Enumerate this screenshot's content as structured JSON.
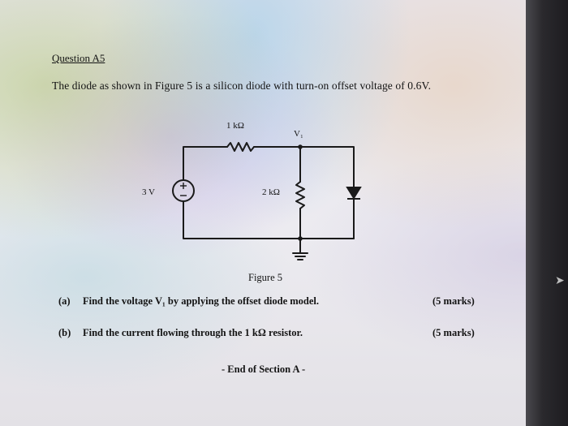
{
  "question": {
    "title": "Question A5",
    "intro": "The diode as shown in Figure 5 is a silicon diode with turn-on offset voltage of 0.6V."
  },
  "figure": {
    "resistor1_label": "1 kΩ",
    "node_label": "V₁",
    "source_label": "3 V",
    "resistor2_label": "2 kΩ",
    "caption": "Figure 5"
  },
  "parts": [
    {
      "tag": "(a)",
      "text": "Find the voltage V₁ by applying the offset diode model.",
      "marks": "(5 marks)"
    },
    {
      "tag": "(b)",
      "text": "Find the current flowing through the 1 kΩ resistor.",
      "marks": "(5 marks)"
    }
  ],
  "end_note": "- End of Section A -"
}
